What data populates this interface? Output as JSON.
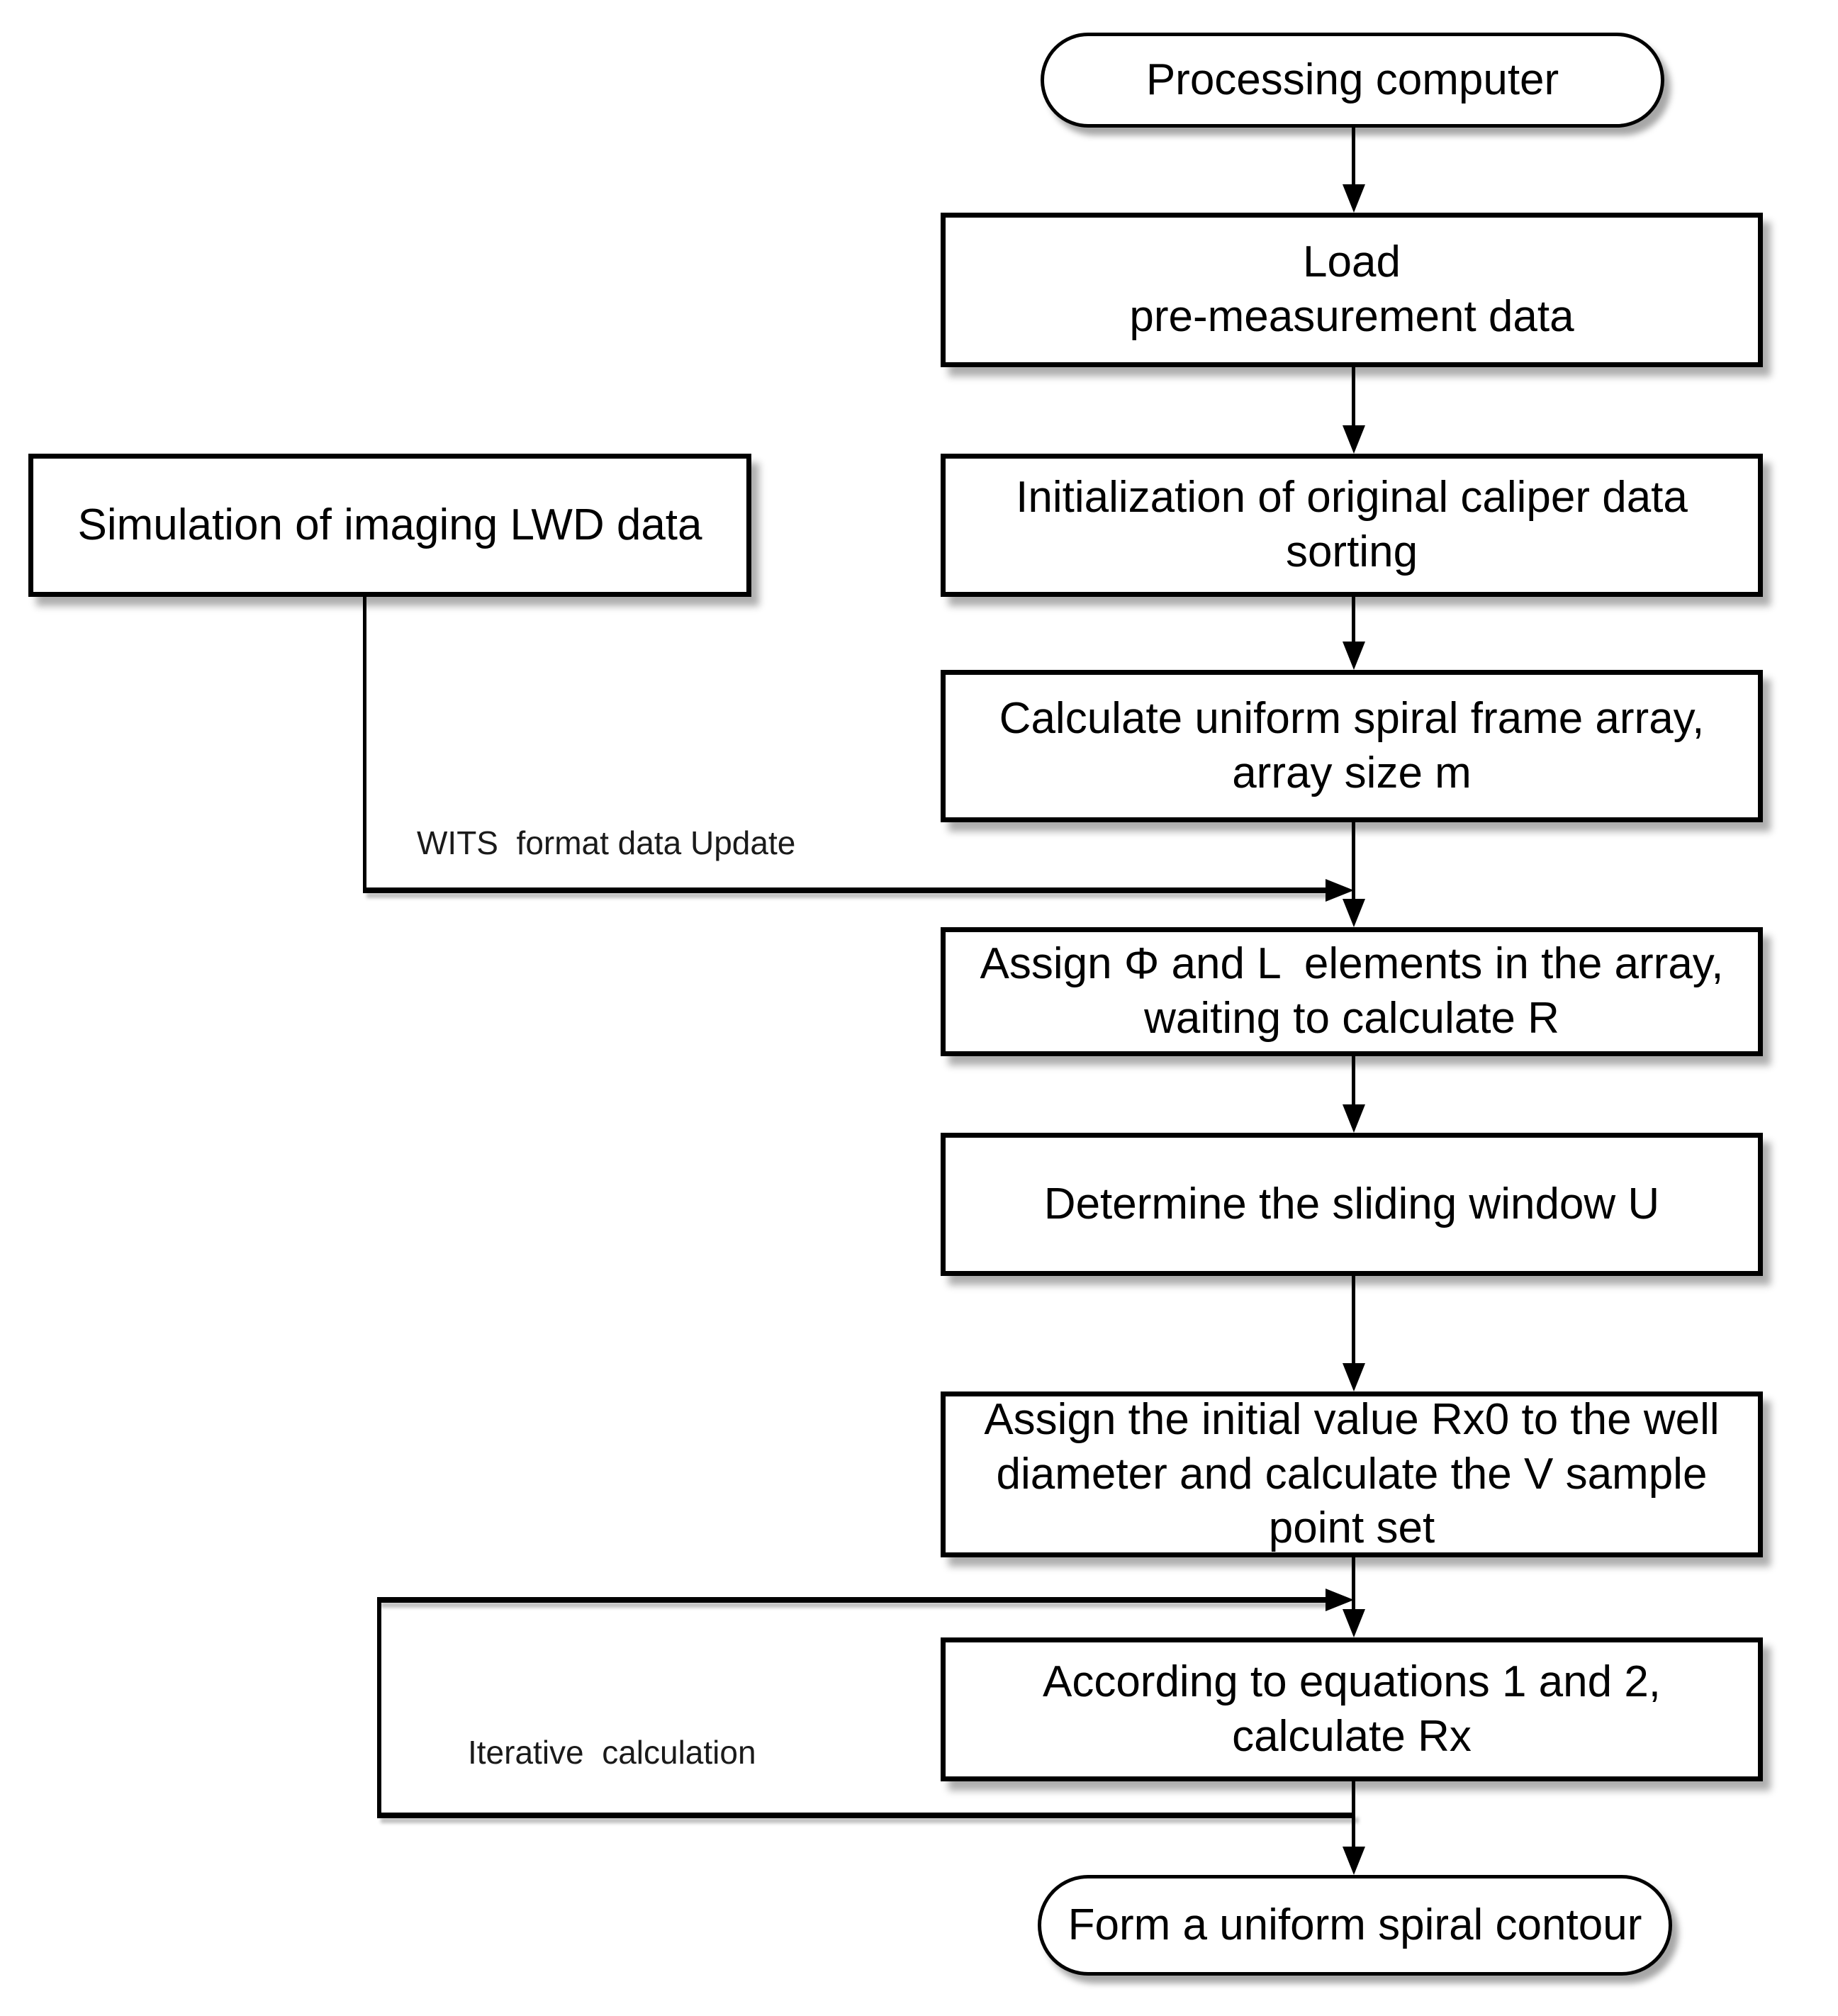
{
  "diagram": {
    "nodes": {
      "start": {
        "label": "Processing computer"
      },
      "load": {
        "label": "Load\npre-measurement data"
      },
      "init_sort": {
        "label": "Initialization of original caliper data\nsorting"
      },
      "calc_frame": {
        "label": "Calculate uniform spiral frame array,\narray size m"
      },
      "simulation": {
        "label": "Simulation of imaging LWD data"
      },
      "assign_elements": {
        "label": "Assign Φ and L  elements in the array,\nwaiting to calculate R"
      },
      "sliding_window": {
        "label": "Determine the sliding window U"
      },
      "assign_initial": {
        "label": "Assign the initial value Rx0 to the well\ndiameter and calculate the V sample\npoint set"
      },
      "equations": {
        "label": "According to equations 1 and 2,\ncalculate Rx"
      },
      "end": {
        "label": "Form a uniform spiral contour"
      }
    },
    "edge_labels": {
      "wits": "WITS  format data Update",
      "iterative": "Iterative  calculation"
    },
    "colors": {
      "stroke": "#000000",
      "fill": "#ffffff",
      "text": "#000000",
      "edge_label_text": "#1a1a1a"
    }
  }
}
